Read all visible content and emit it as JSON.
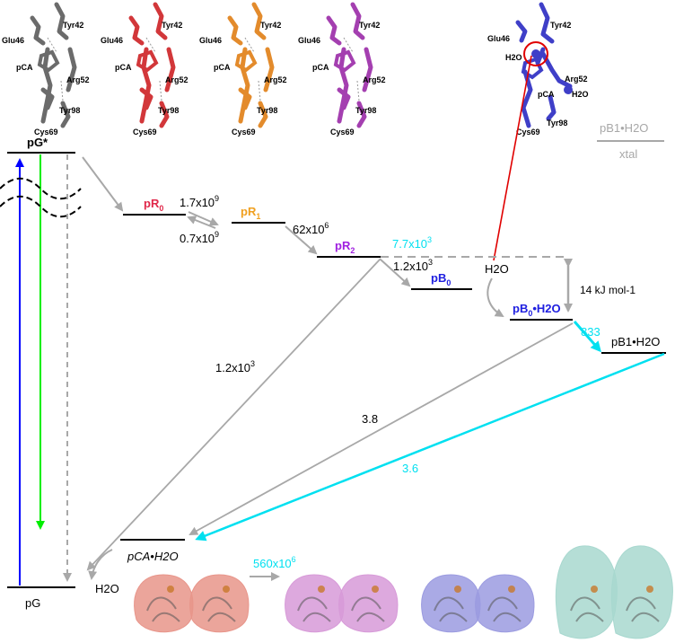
{
  "structures": {
    "residue_labels": {
      "tyr42": "Tyr42",
      "glu46": "Glu46",
      "pca": "pCA",
      "arg52": "Arg52",
      "tyr98": "Tyr98",
      "cys69": "Cys69",
      "h2o": "H2O"
    },
    "panels": [
      {
        "color": "#6b6b6b"
      },
      {
        "color": "#d2373a"
      },
      {
        "color": "#e38b2c"
      },
      {
        "color": "#a43fb0"
      },
      {
        "color": "#3f3fc8"
      }
    ]
  },
  "states": {
    "pG_star": "pG*",
    "pR0": {
      "base": "pR",
      "sub": "0"
    },
    "pR1": {
      "base": "pR",
      "sub": "1"
    },
    "pR2": {
      "base": "pR",
      "sub": "2"
    },
    "pB0": {
      "base": "pB",
      "sub": "0"
    },
    "pB0_H2O": {
      "base": "pB",
      "sub": "0",
      "tail": "•H2O"
    },
    "pB1_H2O": "pB1•H2O",
    "pCA_H2O": "pCA•H2O",
    "pG": "pG",
    "xtal_top": "pB1•H2O",
    "xtal": "xtal"
  },
  "rates": {
    "r_pR0_pR1": "1.7x10^9",
    "r_pR1_pR0": "0.7x10^9",
    "r_pR1_pR2": "62x10^6",
    "r_pR2_pB0H2O": "7.7x10^3",
    "r_pR2_pB0": "1.2x10^3",
    "r_pR2_pCA": "1.2x10^3",
    "r_pB0H2O_pB1": "833",
    "r_pB0H2O_pCA": "3.8",
    "r_pB1_pCA": "3.6",
    "r_pCA_surface": "560x10^6"
  },
  "annotations": {
    "energy_gap": "14 kJ mol-1",
    "h2o_in": "H2O",
    "h2o_out": "H2O"
  },
  "colors": {
    "cyan": "#00e0f0",
    "blue": "#0000ff",
    "green": "#00ee00",
    "gray": "#a8a8a8",
    "red": "#e00000",
    "pR0": "#e0284a",
    "pR1": "#f0a020",
    "pR2": "#a020e0",
    "pB": "#2020e0"
  },
  "surfaces": [
    {
      "color": "#e8958a"
    },
    {
      "color": "#e8958a"
    },
    {
      "color": "#d79ad8"
    },
    {
      "color": "#d79ad8"
    },
    {
      "color": "#9b9be0"
    },
    {
      "color": "#9b9be0"
    },
    {
      "color": "#a8d8cf"
    },
    {
      "color": "#a8d8cf"
    }
  ]
}
